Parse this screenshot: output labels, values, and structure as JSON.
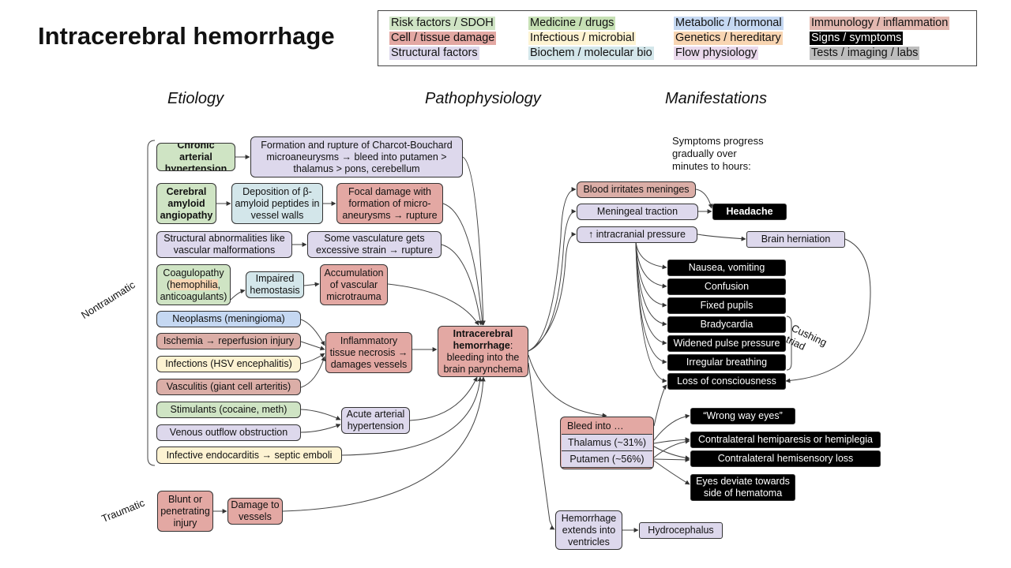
{
  "title": "Intracerebral hemorrhage",
  "legend": [
    {
      "label": "Risk factors / SDOH",
      "color": "#cfe4c4"
    },
    {
      "label": "Medicine / drugs",
      "color": "#c6e0b4"
    },
    {
      "label": "Metabolic / hormonal",
      "color": "#c5d8f2"
    },
    {
      "label": "Immunology / inflammation",
      "color": "#e3b8b0"
    },
    {
      "label": "Cell / tissue damage",
      "color": "#e3a8a3"
    },
    {
      "label": "Infectious / microbial",
      "color": "#fdf3d2"
    },
    {
      "label": "Genetics / hereditary",
      "color": "#f8d5b2"
    },
    {
      "label": "Signs / symptoms",
      "color": "#000000"
    },
    {
      "label": "Structural factors",
      "color": "#ddd8ec"
    },
    {
      "label": "Biochem / molecular bio",
      "color": "#d3e6ea"
    },
    {
      "label": "Flow physiology",
      "color": "#ead9ec"
    },
    {
      "label": "Tests / imaging / labs",
      "color": "#bdbdbd"
    }
  ],
  "columns": {
    "etiology": "Etiology",
    "pathophysiology": "Pathophysiology",
    "manifestations": "Manifestations"
  },
  "group_labels": {
    "nontraumatic": "Nontraumatic",
    "traumatic": "Traumatic"
  },
  "notes": {
    "progress": "Symptoms progress\ngradually over\nminutes to hours:",
    "cushing": "Cushing\ntriad"
  },
  "nodes": {
    "chronic_htn": "Chronic arterial hypertension",
    "charcot": "Formation and rupture of Charcot-Bouchard microaneurysms → bleed into putamen > thalamus > pons, cerebellum",
    "caa": "Cerebral amyloid angiopathy",
    "amyloid_dep": "Deposition of β-amyloid peptides in vessel walls",
    "focal_damage": "Focal damage with formation of micro-aneurysms → rupture",
    "structural": "Structural abnormalities like vascular malformations",
    "strain": "Some vasculature gets excessive strain → rupture",
    "coag_a": "Coagulopathy (",
    "coag_b": "hemophilia",
    "coag_c": ", anticoagulants)",
    "impaired_hemo": "Impaired hemostasis",
    "microtrauma": "Accumulation of vascular microtrauma",
    "neoplasms": "Neoplasms (meningioma)",
    "ischemia": "Ischemia → reperfusion injury",
    "infections": "Infections (HSV encephalitis)",
    "vasculitis": "Vasculitis (giant cell arteritis)",
    "inflam_necrosis": "Inflammatory tissue necrosis → damages vessels",
    "stimulants": "Stimulants (cocaine, meth)",
    "venous": "Venous outflow obstruction",
    "acute_htn": "Acute arterial hypertension",
    "endocarditis": "Infective endocarditis → septic emboli",
    "blunt": "Blunt or penetrating injury",
    "damage_vessels": "Damage to vessels",
    "ich_bold": "Intracerebral hemorrhage",
    "ich_rest": ": bleeding into the brain parynchema",
    "meninges": "Blood irritates meninges",
    "traction": "Meningeal traction",
    "icp": "↑ intracranial pressure",
    "headache": "Headache",
    "herniation": "Brain herniation",
    "nausea": "Nausea, vomiting",
    "confusion": "Confusion",
    "pupils": "Fixed pupils",
    "brady": "Bradycardia",
    "pulse": "Widened pulse pressure",
    "breathing": "Irregular breathing",
    "loc": "Loss of consciousness",
    "bleed_into": "Bleed into …",
    "thalamus": "Thalamus (~31%)",
    "putamen": "Putamen (~56%)",
    "wrong_way": "“Wrong way eyes”",
    "hemiparesis": "Contralateral hemiparesis or hemiplegia",
    "hemisensory": "Contralateral hemisensory loss",
    "eyes_deviate": "Eyes deviate towards side of hematoma",
    "ventricles": "Hemorrhage extends into ventricles",
    "hydrocephalus": "Hydrocephalus"
  }
}
